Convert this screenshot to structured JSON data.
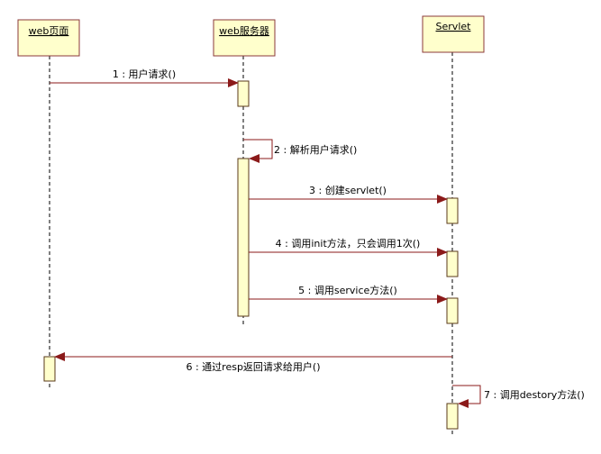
{
  "colors": {
    "box_fill": "#ffffcc",
    "box_stroke": "#8b3a3a",
    "activation_fill": "#ffffcc",
    "activation_stroke": "#5a3a1a",
    "message_line": "#8b1a1a",
    "lifeline": "#000000"
  },
  "participants": [
    {
      "id": "web",
      "label": "web页面"
    },
    {
      "id": "server",
      "label": "web服务器"
    },
    {
      "id": "servlet",
      "label": "Servlet"
    }
  ],
  "messages": [
    {
      "from": "web",
      "to": "server",
      "label": "1 : 用户请求()"
    },
    {
      "from": "server",
      "to": "server",
      "label": "2 : 解析用户请求()",
      "self": true
    },
    {
      "from": "server",
      "to": "servlet",
      "label": "3 : 创建servlet()"
    },
    {
      "from": "server",
      "to": "servlet",
      "label": "4 : 调用init方法，只会调用1次()"
    },
    {
      "from": "server",
      "to": "servlet",
      "label": "5 : 调用service方法()"
    },
    {
      "from": "servlet",
      "to": "web",
      "label": "6 : 通过resp返回请求给用户()"
    },
    {
      "from": "servlet",
      "to": "servlet",
      "label": "7 : 调用destory方法()",
      "self": true
    }
  ]
}
